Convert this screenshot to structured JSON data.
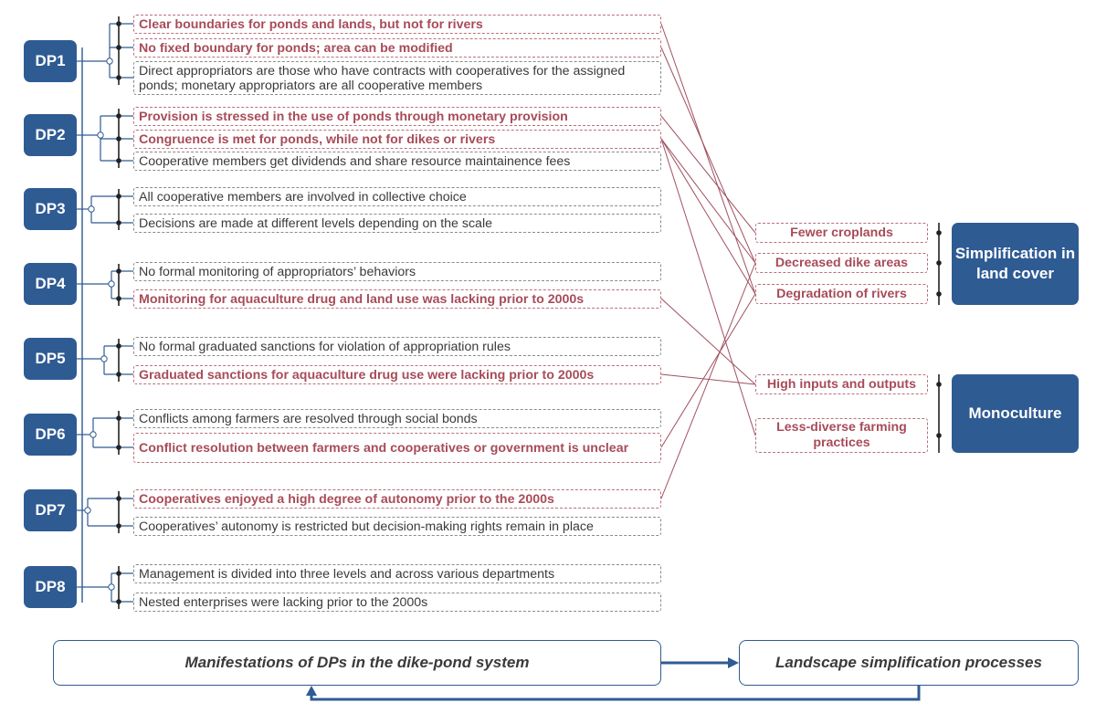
{
  "dps": [
    {
      "id": "dp1",
      "label": "DP1"
    },
    {
      "id": "dp2",
      "label": "DP2"
    },
    {
      "id": "dp3",
      "label": "DP3"
    },
    {
      "id": "dp4",
      "label": "DP4"
    },
    {
      "id": "dp5",
      "label": "DP5"
    },
    {
      "id": "dp6",
      "label": "DP6"
    },
    {
      "id": "dp7",
      "label": "DP7"
    },
    {
      "id": "dp8",
      "label": "DP8"
    }
  ],
  "manifestations": [
    {
      "text": "Clear boundaries for ponds and lands, but not for rivers",
      "highlight": true
    },
    {
      "text": "No fixed boundary for ponds; area can be modified",
      "highlight": true
    },
    {
      "text": "Direct appropriators are those who have contracts with cooperatives for the assigned ponds; monetary appropriators are all cooperative members",
      "highlight": false
    },
    {
      "text": "Provision is stressed in the use of ponds through monetary provision",
      "highlight": true
    },
    {
      "text": "Congruence is met for ponds, while not for dikes or rivers",
      "highlight": true
    },
    {
      "text": "Cooperative members get dividends and share resource maintainence fees",
      "highlight": false
    },
    {
      "text": "All cooperative members are involved in collective choice",
      "highlight": false
    },
    {
      "text": "Decisions are made at different levels depending on the scale",
      "highlight": false
    },
    {
      "text": "No formal monitoring of appropriators’ behaviors",
      "highlight": false
    },
    {
      "text": "Monitoring for aquaculture drug and land use was lacking prior to 2000s",
      "highlight": true
    },
    {
      "text": "No formal graduated sanctions for violation of appropriation rules",
      "highlight": false
    },
    {
      "text": "Graduated sanctions for aquaculture drug use were lacking prior to 2000s",
      "highlight": true
    },
    {
      "text": "Conflicts among farmers are resolved through social bonds",
      "highlight": false
    },
    {
      "text": "Conflict resolution between farmers and cooperatives or government is unclear",
      "highlight": true
    },
    {
      "text": "Cooperatives enjoyed a high degree of autonomy prior to the 2000s",
      "highlight": true
    },
    {
      "text": "Cooperatives’ autonomy is restricted but decision-making rights remain in place",
      "highlight": false
    },
    {
      "text": "Management is divided into three levels and across various departments",
      "highlight": false
    },
    {
      "text": "Nested enterprises were lacking prior to the 2000s",
      "highlight": false
    }
  ],
  "impacts": [
    {
      "id": "fewer-croplands",
      "text": "Fewer croplands"
    },
    {
      "id": "decreased-dike-areas",
      "text": "Decreased dike areas"
    },
    {
      "id": "degradation-of-rivers",
      "text": "Degradation of rivers"
    },
    {
      "id": "high-inputs-outputs",
      "text": "High inputs and outputs"
    },
    {
      "id": "less-diverse-farming",
      "text": "Less-diverse farming practices"
    }
  ],
  "categories": [
    {
      "id": "simplification-land-cover",
      "text": "Simplification in land cover"
    },
    {
      "id": "monoculture",
      "text": "Monoculture"
    }
  ],
  "bottom": {
    "left_label": "Manifestations of DPs in the dike-pond system",
    "right_label": "Landscape simplification processes"
  },
  "links": [
    {
      "from": 0,
      "to": 2
    },
    {
      "from": 1,
      "to": 1
    },
    {
      "from": 3,
      "to": 0
    },
    {
      "from": 4,
      "to": 1
    },
    {
      "from": 4,
      "to": 2
    },
    {
      "from": 4,
      "to": 4
    },
    {
      "from": 9,
      "to": 3
    },
    {
      "from": 11,
      "to": 3
    },
    {
      "from": 13,
      "to": 2
    },
    {
      "from": 14,
      "to": 1
    }
  ],
  "colors": {
    "accent_blue": "#2f5b93",
    "highlight_red": "#a84b58",
    "link_line": "#a05060",
    "neutral_text": "#3a3a3a"
  }
}
